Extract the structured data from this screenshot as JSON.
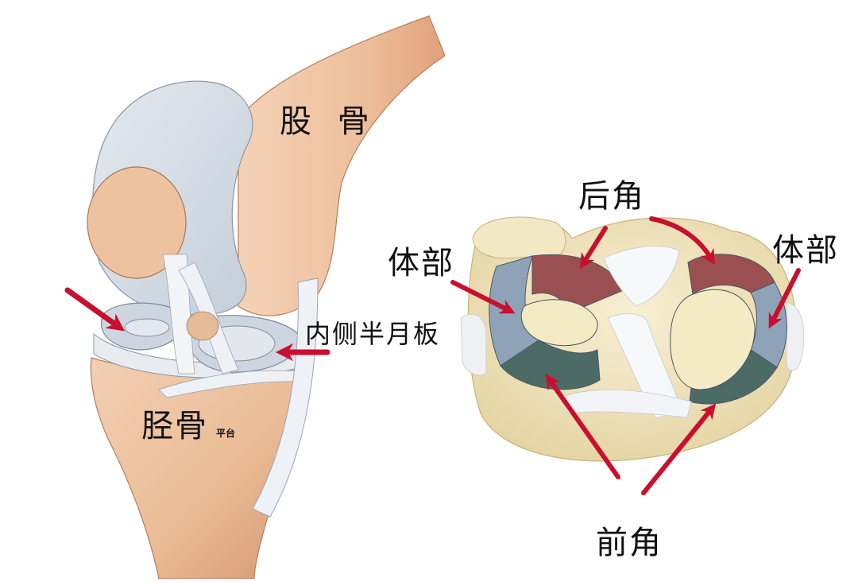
{
  "diagram": {
    "subject": "knee joint and meniscus anatomy",
    "colors": {
      "bone": "#efc4a2",
      "bone_shadow": "#d9a07a",
      "cartilage": "#d6dde6",
      "ligament": "#f1f3f6",
      "meniscus_top_bone": "#f1e6bf",
      "posterior_horn": "#9a4f50",
      "body": "#8fa3b8",
      "anterior_horn": "#4c6b66",
      "arrow": "#c8102e",
      "text": "#111111"
    },
    "left_view": {
      "labels": {
        "femur": "股 骨",
        "tibia": "胫骨",
        "tibia_sub": "平台",
        "medial_meniscus": "内侧半月板"
      }
    },
    "right_view": {
      "labels": {
        "posterior_horn": "后角",
        "body_left": "体部",
        "body_right": "体部",
        "anterior_horn": "前角"
      }
    }
  }
}
